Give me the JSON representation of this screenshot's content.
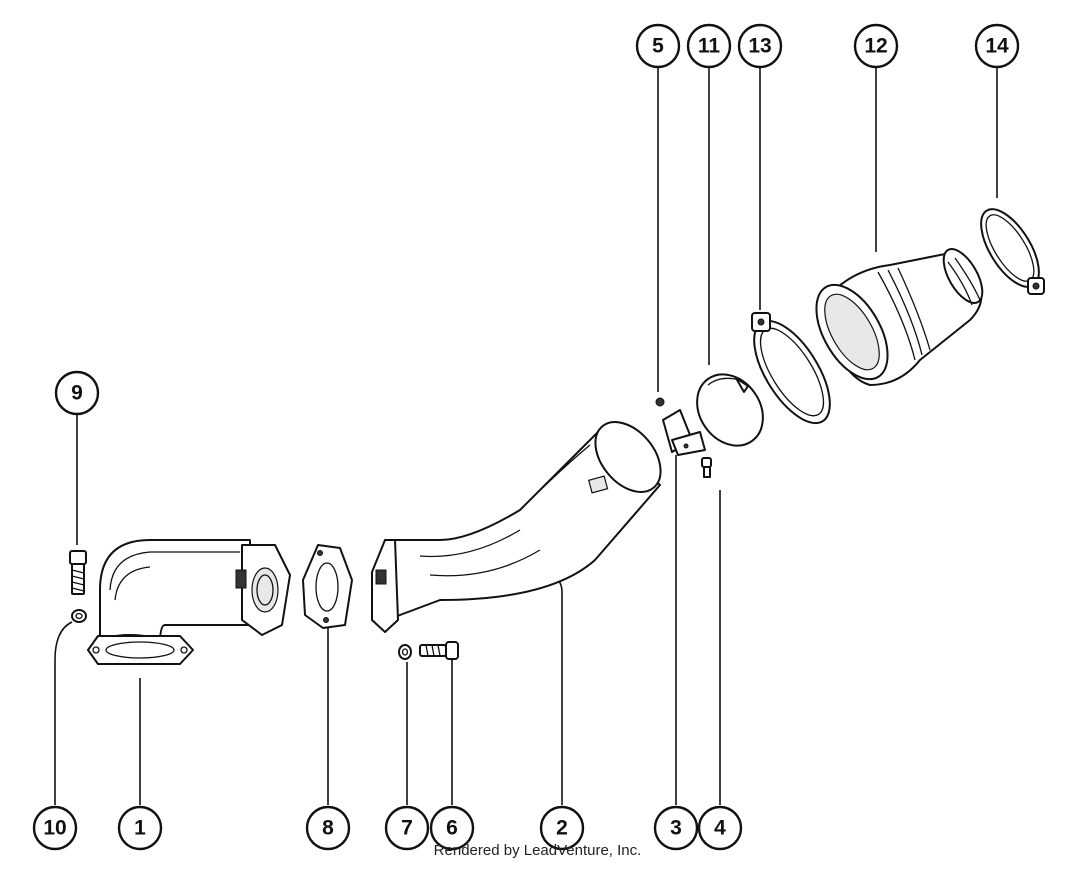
{
  "callouts": [
    {
      "id": "5",
      "label": "5"
    },
    {
      "id": "11",
      "label": "11"
    },
    {
      "id": "13",
      "label": "13"
    },
    {
      "id": "12",
      "label": "12"
    },
    {
      "id": "14",
      "label": "14"
    },
    {
      "id": "9",
      "label": "9"
    },
    {
      "id": "10",
      "label": "10"
    },
    {
      "id": "1",
      "label": "1"
    },
    {
      "id": "8",
      "label": "8"
    },
    {
      "id": "7",
      "label": "7"
    },
    {
      "id": "6",
      "label": "6"
    },
    {
      "id": "2",
      "label": "2"
    },
    {
      "id": "3",
      "label": "3"
    },
    {
      "id": "4",
      "label": "4"
    }
  ],
  "footer": {
    "credit": "Rendered by LeadVenture, Inc."
  }
}
